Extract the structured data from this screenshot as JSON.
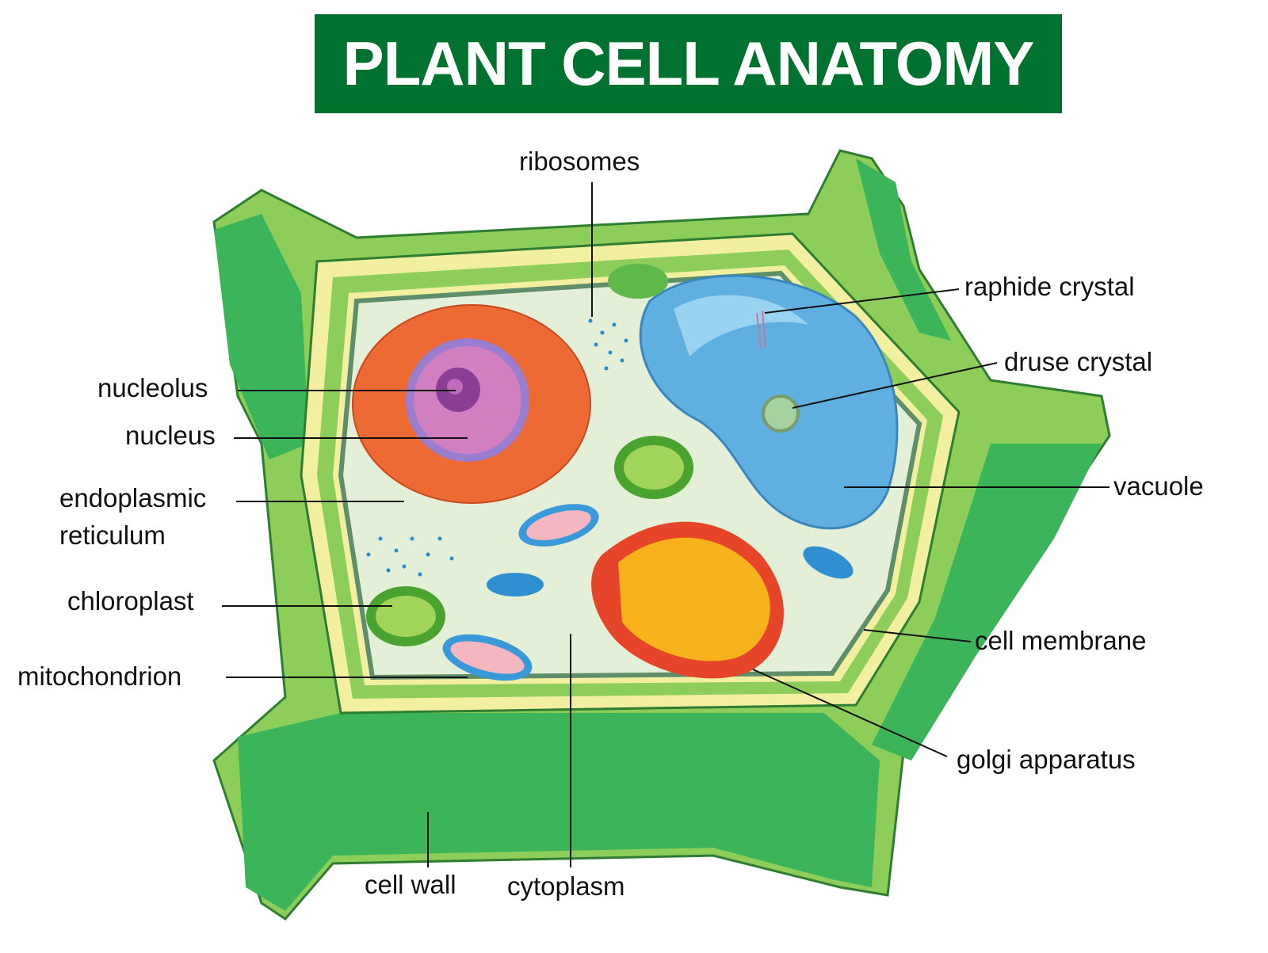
{
  "title": "PLANT CELL ANATOMY",
  "labels": {
    "ribosomes": "ribosomes",
    "raphide_crystal": "raphide crystal",
    "druse_crystal": "druse crystal",
    "vacuole": "vacuole",
    "cell_membrane": "cell membrane",
    "golgi_apparatus": "golgi apparatus",
    "cytoplasm": "cytoplasm",
    "cell_wall": "cell wall",
    "mitochondrion": "mitochondrion",
    "chloroplast": "chloroplast",
    "endoplasmic_line1": "endoplasmic",
    "endoplasmic_line2": "reticulum",
    "nucleus": "nucleus",
    "nucleolus": "nucleolus"
  },
  "colors": {
    "title_bg": "#00722f",
    "wall_dark": "#3cb55a",
    "wall_light": "#8dcd5a",
    "wall_yellow": "#f2f0a0",
    "cytoplasm": "#e3efd6",
    "vacuole": "#5fb0e0",
    "er": "#ee6a35",
    "golgi": "#f7b21c",
    "nucleus": "#d27fc2"
  }
}
